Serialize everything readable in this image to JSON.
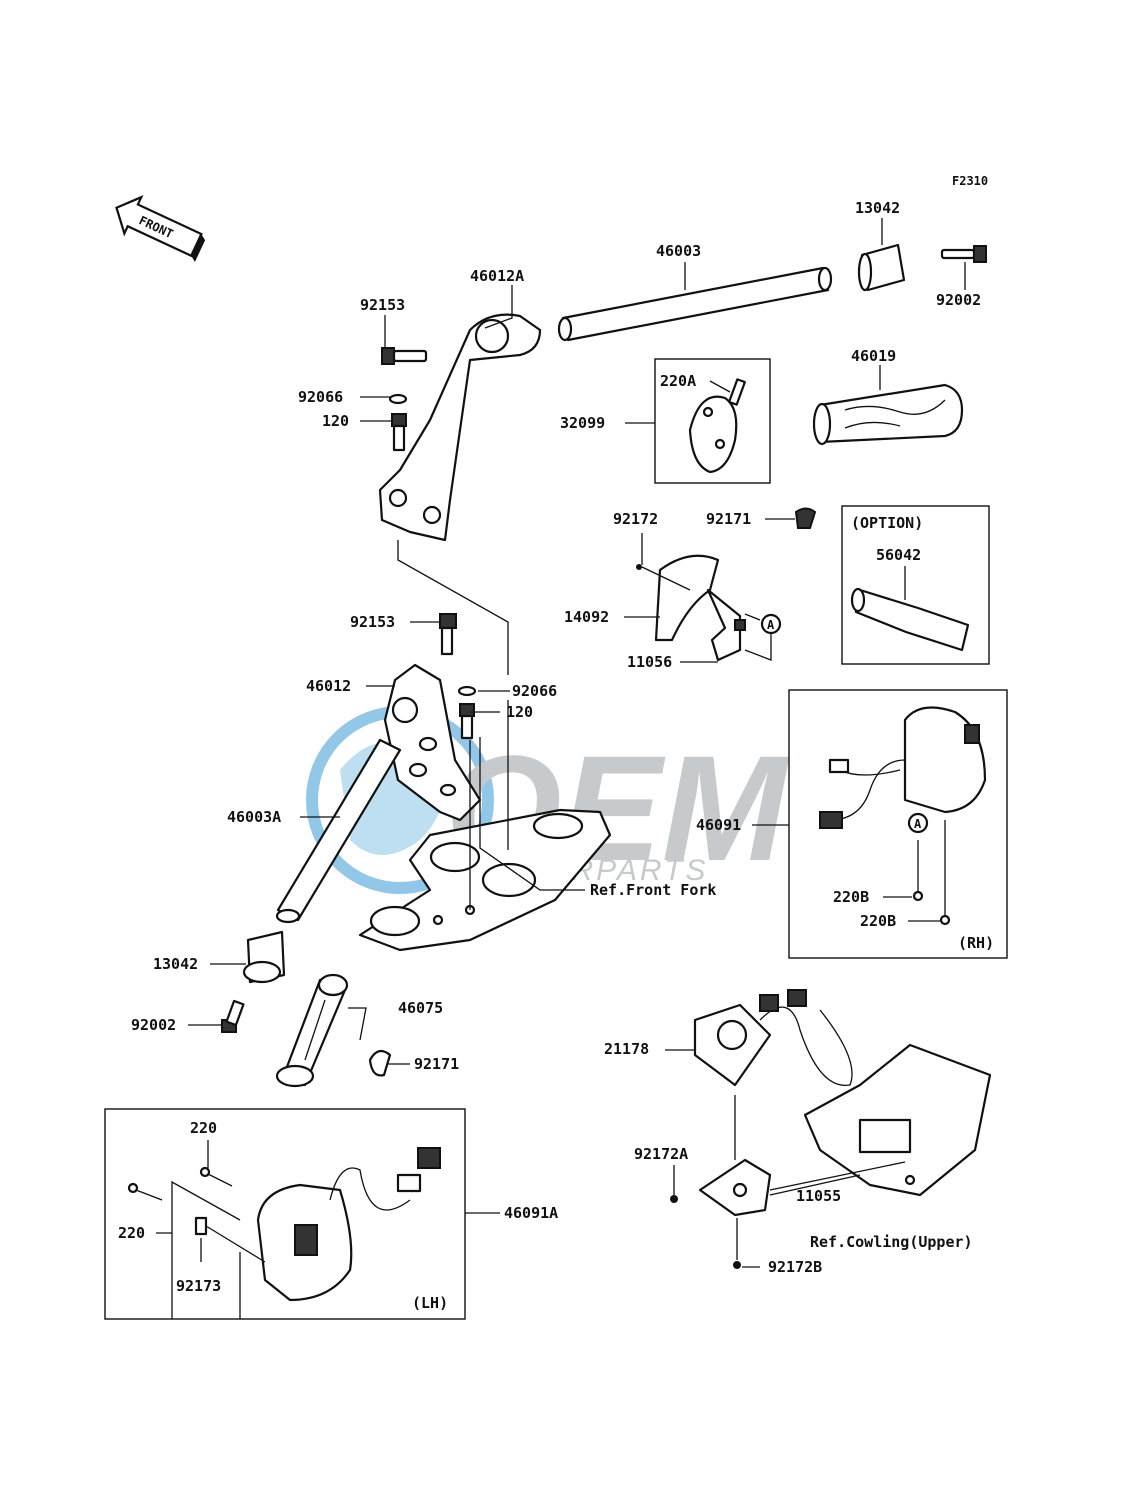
{
  "figure_code": "F2310",
  "direction_marker": "FRONT",
  "watermark": {
    "brand": "OEM",
    "tagline": "MOTORPARTS",
    "colors": {
      "blue": "#3b9ad6",
      "gray": "#9aa0a6"
    }
  },
  "labels": {
    "p13042_top": "13042",
    "p46003": "46003",
    "p46012A": "46012A",
    "p92153_top": "92153",
    "p92002_top": "92002",
    "p92066_top": "92066",
    "p120_top": "120",
    "p220A": "220A",
    "p32099": "32099",
    "p46019": "46019",
    "p92172": "92172",
    "p92171_top": "92171",
    "p14092": "14092",
    "p11056": "11056",
    "p92153_mid": "92153",
    "p46012": "46012",
    "p92066_mid": "92066",
    "p120_mid": "120",
    "p46003A": "46003A",
    "ref_front_fork": "Ref.Front Fork",
    "p13042_low": "13042",
    "p92002_low": "92002",
    "p46075": "46075",
    "p92171_low": "92171",
    "p46091": "46091",
    "p220B_1": "220B",
    "p220B_2": "220B",
    "rh": "(RH)",
    "option": "(OPTION)",
    "p56042": "56042",
    "p21178": "21178",
    "p92172A": "92172A",
    "p11055": "11055",
    "ref_cowling": "Ref.Cowling(Upper)",
    "p92172B": "92172B",
    "p220_a": "220",
    "p220_b": "220",
    "p92173": "92173",
    "p46091A": "46091A",
    "lh": "(LH)",
    "marker_a": "A"
  }
}
